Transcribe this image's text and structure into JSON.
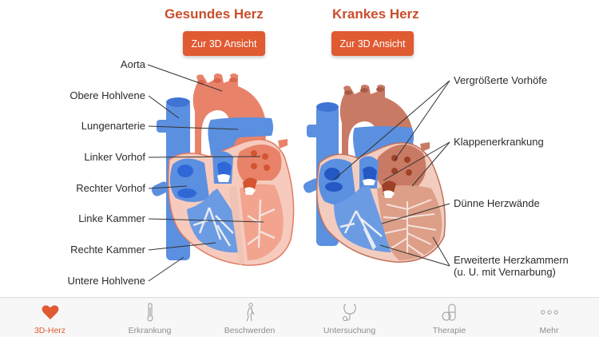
{
  "healthy": {
    "title": "Gesundes Herz",
    "button_label": "Zur 3D Ansicht",
    "labels": [
      "Aorta",
      "Obere Hohlvene",
      "Lungenarterie",
      "Linker Vorhof",
      "Rechter Vorhof",
      "Linke Kammer",
      "Rechte Kammer",
      "Untere Hohlvene"
    ]
  },
  "diseased": {
    "title": "Krankes Herz",
    "button_label": "Zur 3D Ansicht",
    "labels": [
      "Vergrößerte Vorhöfe",
      "Klappenerkrankung",
      "Dünne Herzwände",
      "Erweiterte Herzkammern",
      "(u. U. mit Vernarbung)"
    ]
  },
  "colors": {
    "accent": "#e05a32",
    "heading": "#c94e2c",
    "vein_blue": "#5b8fe0",
    "artery_red": "#e8836a",
    "diseased_red": "#c97a64",
    "tab_inactive": "#8e8e8e"
  },
  "tabbar": {
    "active_index": 0,
    "items": [
      {
        "label": "3D-Herz",
        "icon": "heart-icon"
      },
      {
        "label": "Erkrankung",
        "icon": "thermometer-icon"
      },
      {
        "label": "Beschwerden",
        "icon": "person-walking-icon"
      },
      {
        "label": "Untersuchung",
        "icon": "stethoscope-icon"
      },
      {
        "label": "Therapie",
        "icon": "pill-icon"
      },
      {
        "label": "Mehr",
        "icon": "more-icon"
      }
    ]
  }
}
